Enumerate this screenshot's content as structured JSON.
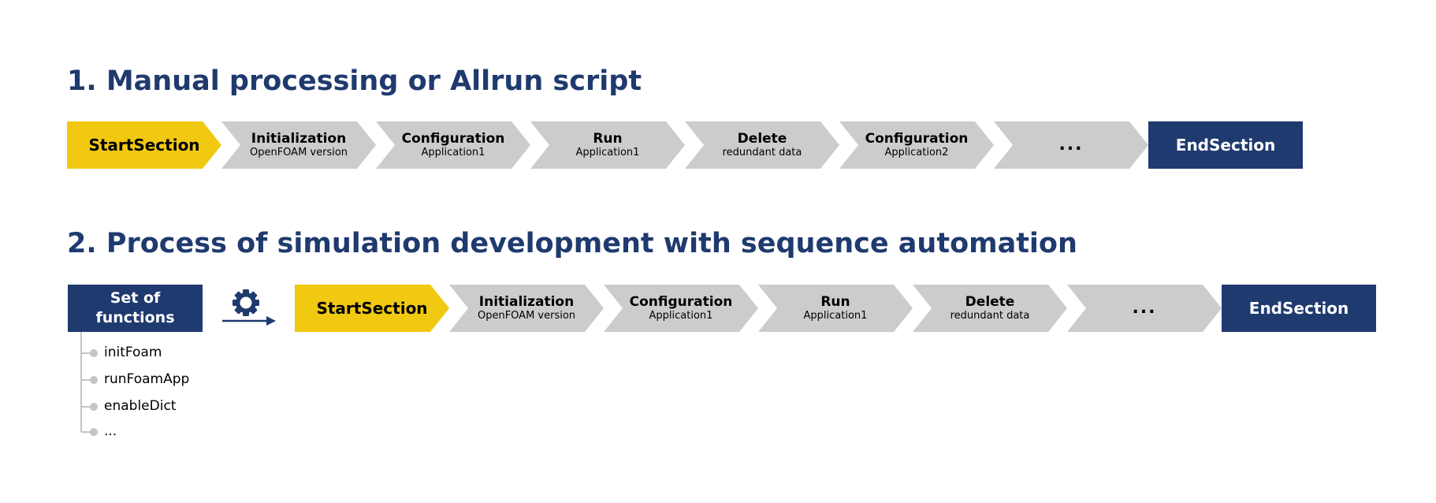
{
  "sections": [
    {
      "heading": "1. Manual processing or Allrun script",
      "steps": [
        {
          "title": "StartSection",
          "sub": "",
          "kind": "start"
        },
        {
          "title": "Initialization",
          "sub": "OpenFOAM version",
          "kind": "step"
        },
        {
          "title": "Configuration",
          "sub": "Application1",
          "kind": "step"
        },
        {
          "title": "Run",
          "sub": "Application1",
          "kind": "step"
        },
        {
          "title": "Delete",
          "sub": "redundant data",
          "kind": "step"
        },
        {
          "title": "Configuration",
          "sub": "Application2",
          "kind": "step"
        },
        {
          "title": "...",
          "sub": "",
          "kind": "ellipsis"
        },
        {
          "title": "EndSection",
          "sub": "",
          "kind": "end"
        }
      ]
    },
    {
      "heading": "2. Process of simulation development with sequence automation",
      "steps": [
        {
          "title": "StartSection",
          "sub": "",
          "kind": "start"
        },
        {
          "title": "Initialization",
          "sub": "OpenFOAM version",
          "kind": "step"
        },
        {
          "title": "Configuration",
          "sub": "Application1",
          "kind": "step"
        },
        {
          "title": "Run",
          "sub": "Application1",
          "kind": "step"
        },
        {
          "title": "Delete",
          "sub": "redundant data",
          "kind": "step"
        },
        {
          "title": "...",
          "sub": "",
          "kind": "ellipsis"
        },
        {
          "title": "EndSection",
          "sub": "",
          "kind": "end"
        }
      ]
    }
  ],
  "function_set": {
    "title_line1": "Set of",
    "title_line2": "functions",
    "items": [
      "initFoam",
      "runFoamApp",
      "enableDict",
      "..."
    ]
  },
  "icons": {
    "gear": "gear-icon",
    "arrow": "arrow-right-icon"
  },
  "colors": {
    "primary": "#1f3a6e",
    "start": "#f1c911",
    "step": "#cccccc",
    "tree": "#c4c4c4"
  }
}
